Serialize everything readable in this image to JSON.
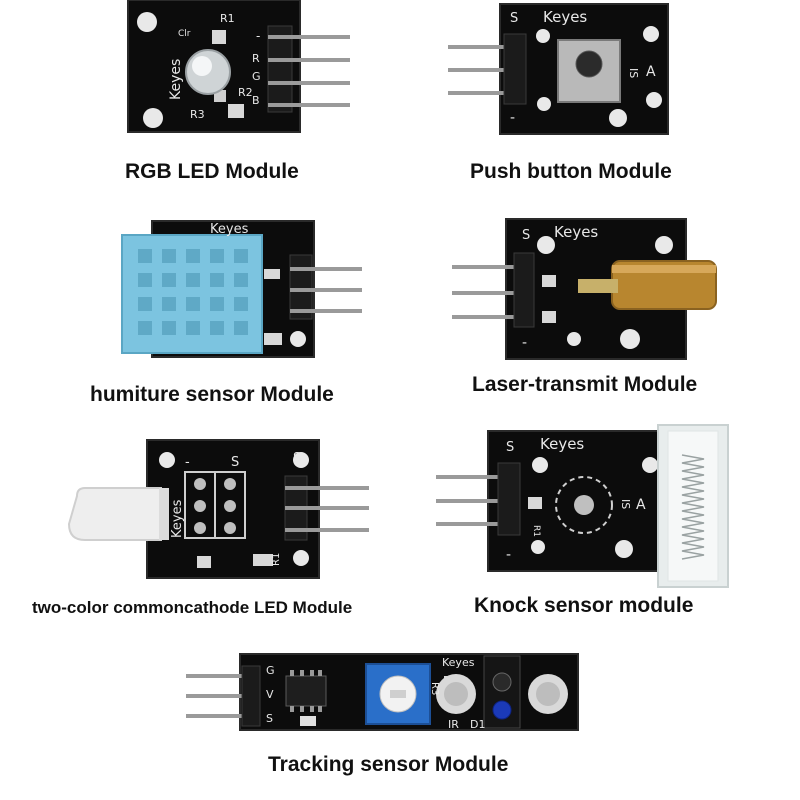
{
  "modules": [
    {
      "id": "rgb-led",
      "caption": "RGB LED Module",
      "silkscreen": {
        "brand": "Keyes",
        "labels": [
          "R1",
          "R2",
          "R3",
          "R",
          "G",
          "B",
          "-",
          "Clr"
        ]
      }
    },
    {
      "id": "push-button",
      "caption": "Push button Module",
      "silkscreen": {
        "brand": "Keyes",
        "labels": [
          "S",
          "-",
          "A",
          "IS"
        ]
      }
    },
    {
      "id": "humiture",
      "caption": "humiture sensor Module",
      "silkscreen": {
        "brand": "Keyes",
        "labels": []
      }
    },
    {
      "id": "laser",
      "caption": "Laser-transmit Module",
      "silkscreen": {
        "brand": "Keyes",
        "labels": [
          "S",
          "-"
        ]
      }
    },
    {
      "id": "two-color-led",
      "caption": "two-color commoncathode LED Module",
      "silkscreen": {
        "brand": "Keyes",
        "labels": [
          "S",
          "-",
          "S",
          "R1"
        ]
      }
    },
    {
      "id": "knock",
      "caption": "Knock sensor module",
      "silkscreen": {
        "brand": "Keyes",
        "labels": [
          "S",
          "-",
          "A",
          "IS",
          "R1"
        ]
      }
    },
    {
      "id": "tracking",
      "caption": "Tracking sensor Module",
      "silkscreen": {
        "brand": "Keyes",
        "labels": [
          "G",
          "V",
          "S",
          "R3",
          "IR",
          "D1"
        ]
      }
    }
  ],
  "colors": {
    "pcb": "#0c0c0c",
    "pcb_edge": "#2a2a2a",
    "hole": "#e9e9e9",
    "pin": "#9a9a9a",
    "header": "#1b1b1b",
    "sensor_blue": "#7cc4e0",
    "brass": "#b8862f",
    "pot_blue": "#2a6fc9",
    "caption_text": "#111111"
  }
}
